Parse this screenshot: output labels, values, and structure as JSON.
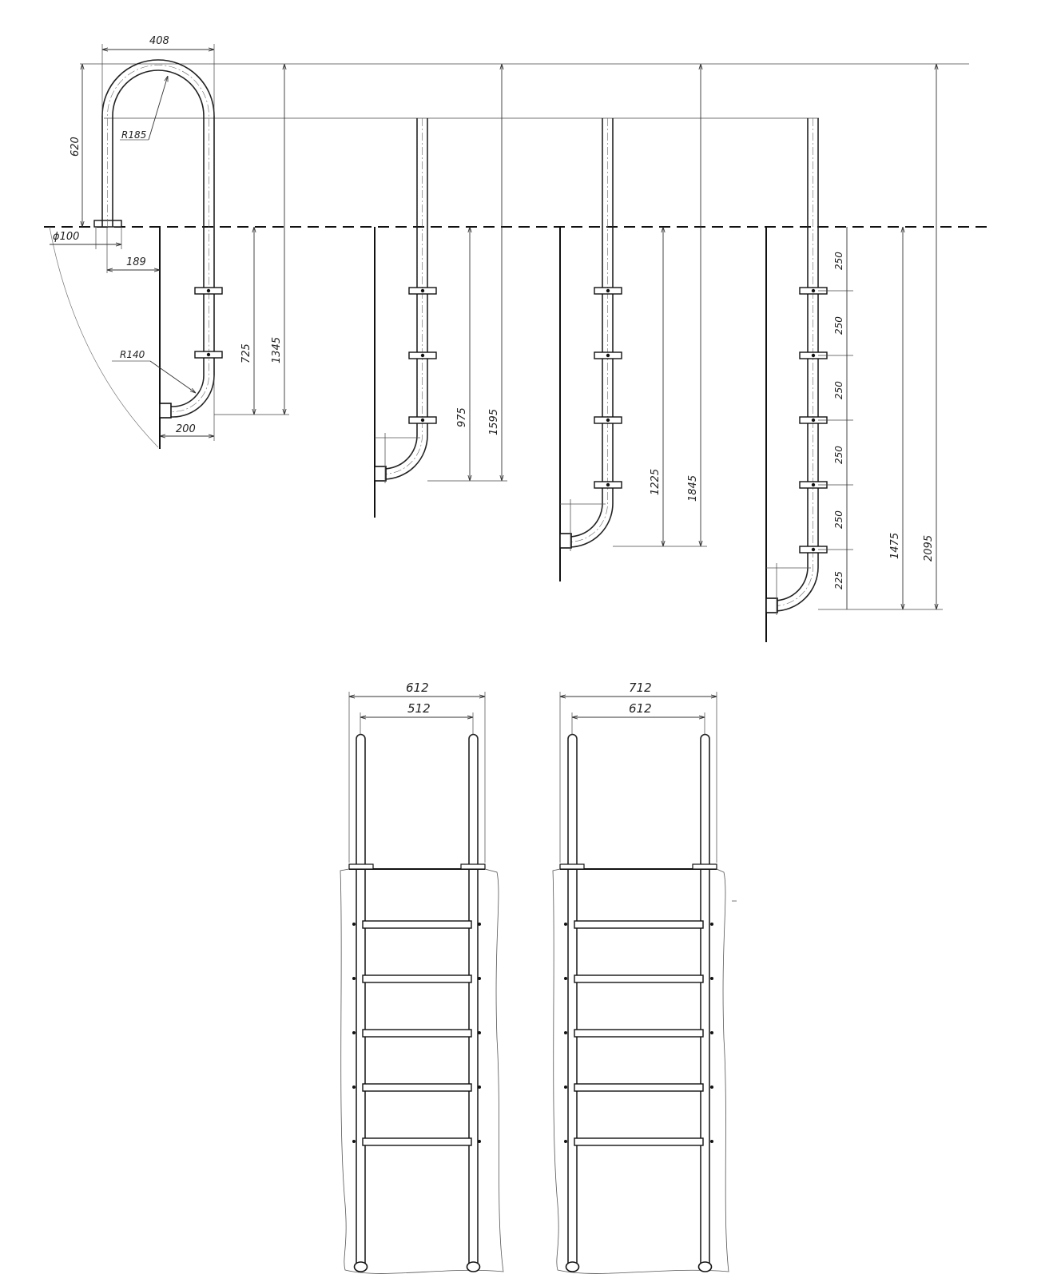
{
  "side_view": {
    "top_width": "408",
    "handrail_height": "620",
    "handrail_radius": "R185",
    "flange_diameter": "ϕ100",
    "wall_offset": "189",
    "bottom_radius": "R140",
    "bottom_offset": "200"
  },
  "ladders": [
    {
      "underwater_depth": "725",
      "total_height": "1345"
    },
    {
      "underwater_depth": "975",
      "total_height": "1595"
    },
    {
      "underwater_depth": "1225",
      "total_height": "1845"
    },
    {
      "underwater_depth": "1475",
      "total_height": "2095"
    }
  ],
  "step_spacing": {
    "steps": [
      "250",
      "250",
      "250",
      "250",
      "250"
    ],
    "bottom": "225"
  },
  "front_views": [
    {
      "outer_width": "612",
      "inner_width": "512"
    },
    {
      "outer_width": "712",
      "inner_width": "612"
    }
  ]
}
